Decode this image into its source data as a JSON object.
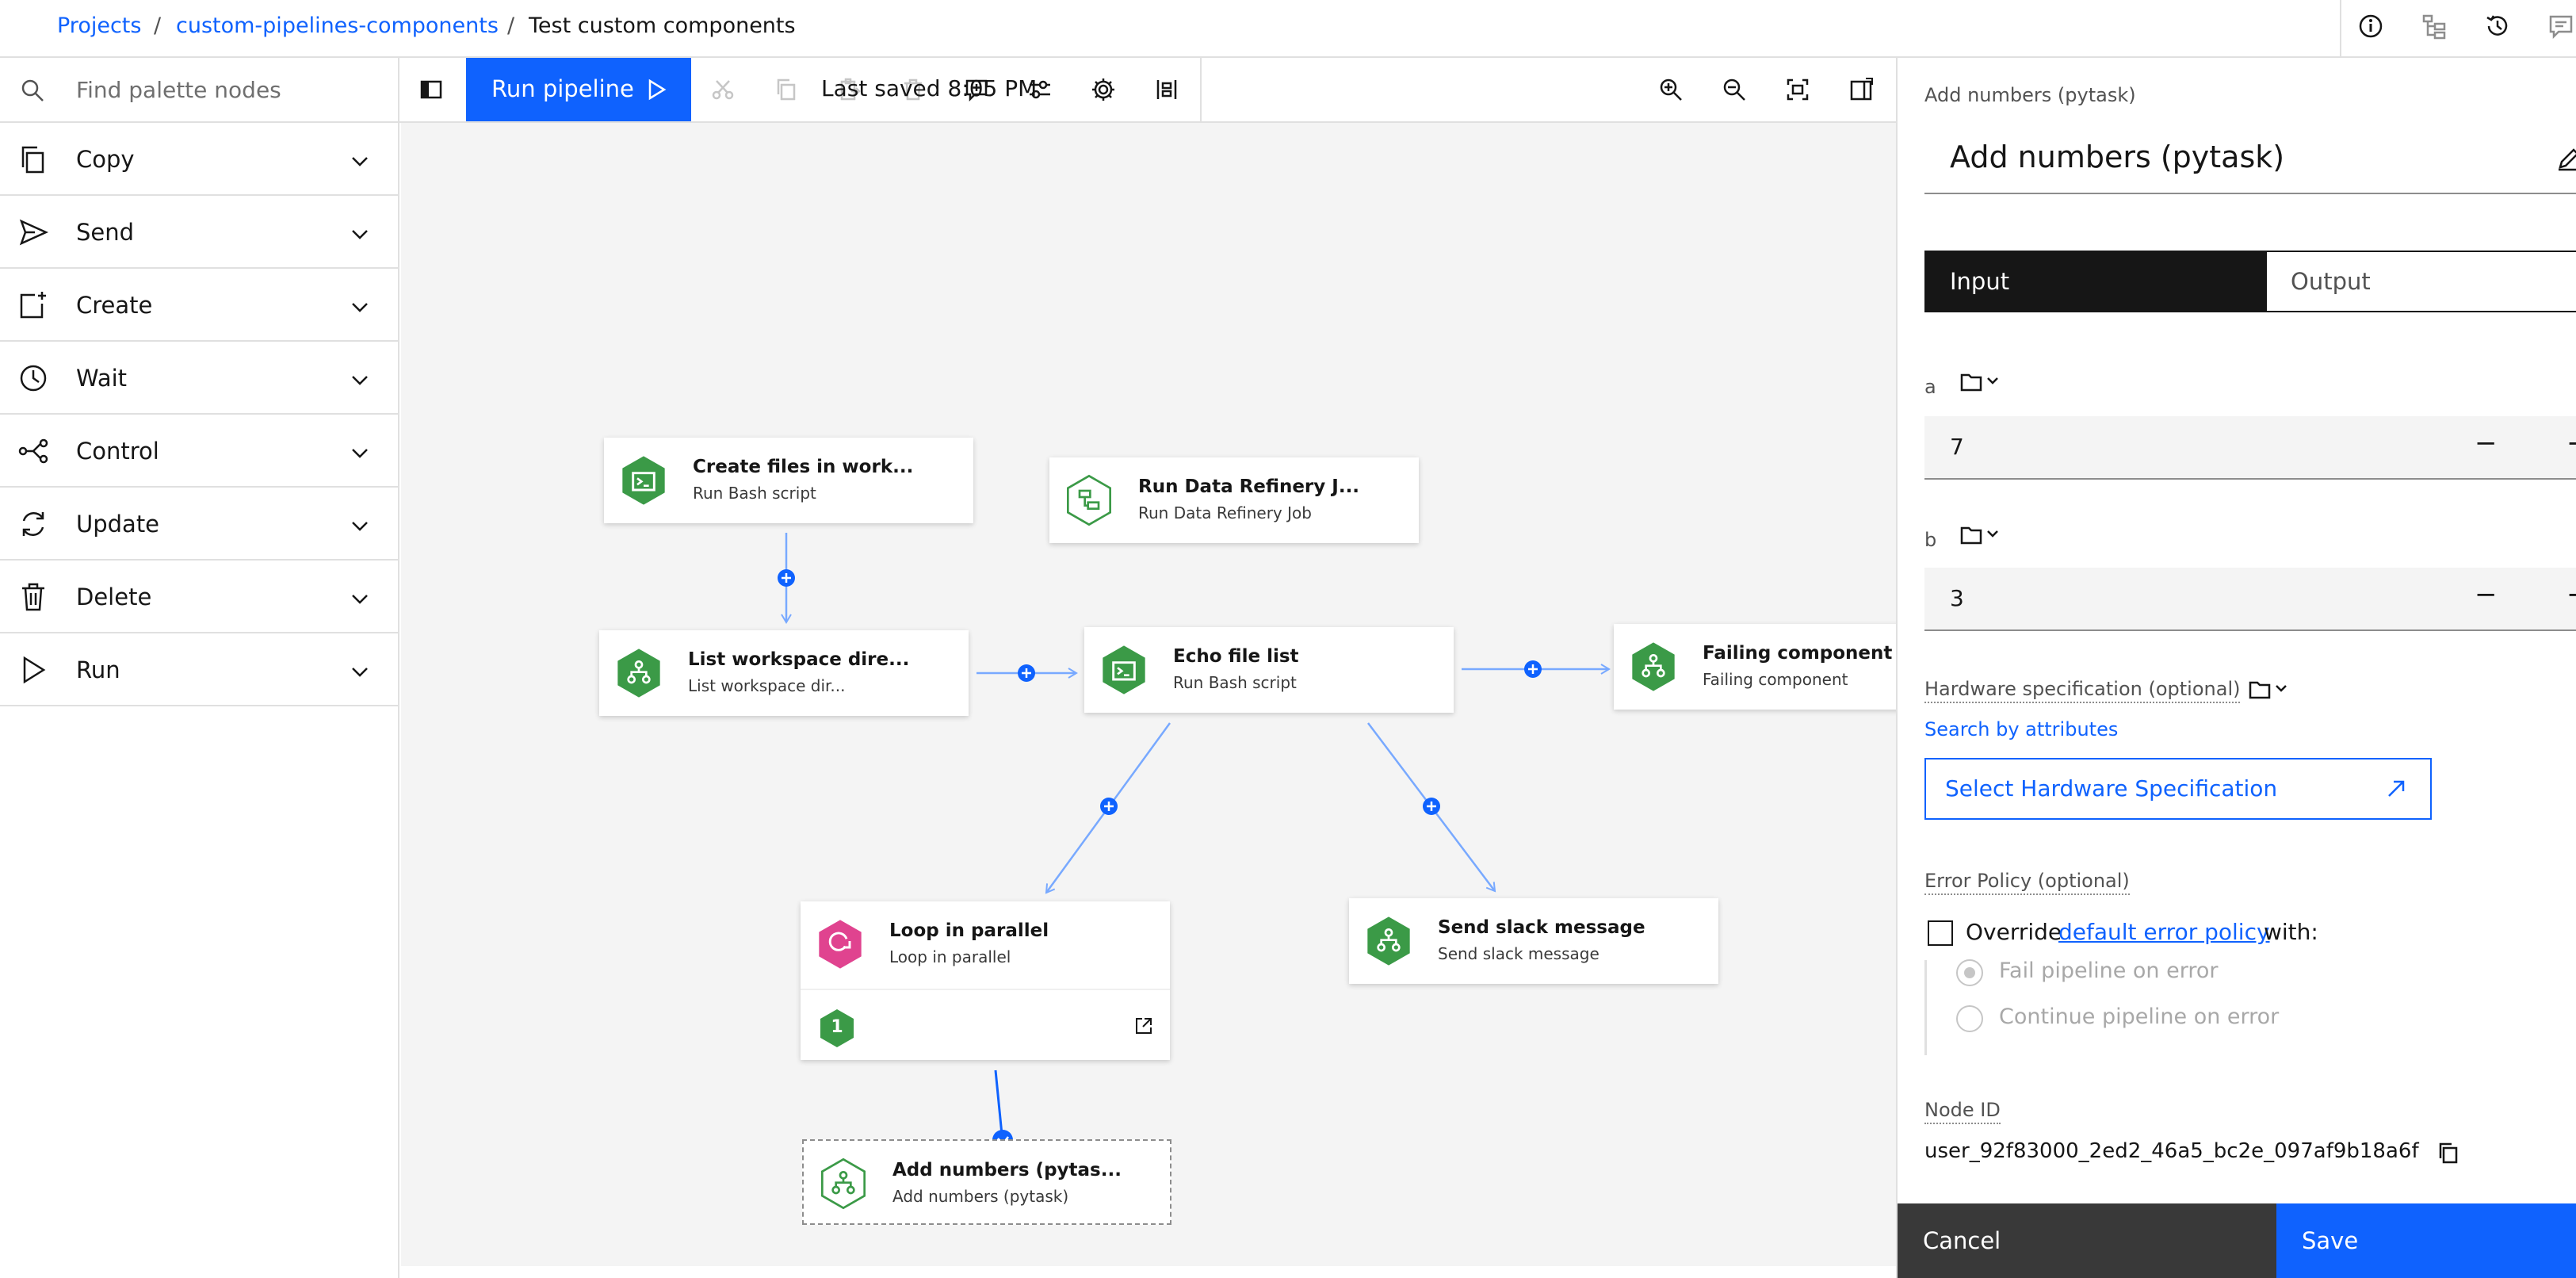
{
  "breadcrumb": {
    "projects": "Projects",
    "separator": "/",
    "project": "custom-pipelines-components",
    "current": "Test custom components"
  },
  "header_icons": [
    "info-icon",
    "hierarchy-icon",
    "history-icon",
    "comments-icon"
  ],
  "palette": {
    "search_placeholder": "Find palette nodes",
    "categories": [
      {
        "label": "Copy",
        "icon": "copy-icon"
      },
      {
        "label": "Send",
        "icon": "send-icon"
      },
      {
        "label": "Create",
        "icon": "create-icon"
      },
      {
        "label": "Wait",
        "icon": "clock-icon"
      },
      {
        "label": "Control",
        "icon": "flow-icon"
      },
      {
        "label": "Update",
        "icon": "refresh-icon"
      },
      {
        "label": "Delete",
        "icon": "trash-icon"
      },
      {
        "label": "Run",
        "icon": "play-icon"
      }
    ]
  },
  "toolbar": {
    "run_label": "Run pipeline",
    "last_saved": "Last saved 8:05 PM"
  },
  "canvas": {
    "nodes": [
      {
        "id": "create-files",
        "title": "Create files in work...",
        "subtitle": "Run Bash script"
      },
      {
        "id": "run-data-refinery",
        "title": "Run Data Refinery J...",
        "subtitle": "Run Data Refinery Job"
      },
      {
        "id": "list-workspace",
        "title": "List workspace dire...",
        "subtitle": "List workspace dir..."
      },
      {
        "id": "echo-file-list",
        "title": "Echo file list",
        "subtitle": "Run Bash script"
      },
      {
        "id": "failing-component",
        "title": "Failing component",
        "subtitle": "Failing component"
      },
      {
        "id": "loop-in-parallel",
        "title": "Loop in parallel",
        "subtitle": "Loop in parallel",
        "badge": "1"
      },
      {
        "id": "send-slack-message",
        "title": "Send slack message",
        "subtitle": "Send slack message"
      },
      {
        "id": "add-numbers",
        "title": "Add numbers (pytas...",
        "subtitle": "Add numbers (pytask)"
      }
    ]
  },
  "panel": {
    "small_title": "Add numbers (pytask)",
    "name": "Add numbers (pytask)",
    "tabs": {
      "input": "Input",
      "output": "Output"
    },
    "field_a": {
      "label": "a",
      "value": "7"
    },
    "field_b": {
      "label": "b",
      "value": "3"
    },
    "minus": "−",
    "plus": "+",
    "hardware_label": "Hardware specification (optional)",
    "search_by_attributes": "Search by attributes",
    "hardware_button": "Select Hardware Specification",
    "error_policy_label": "Error Policy (optional)",
    "override_prefix": "Override",
    "override_link": "default error policy",
    "override_suffix": "with:",
    "radio_fail": "Fail pipeline on error",
    "radio_continue": "Continue pipeline on error",
    "node_id_label": "Node ID",
    "node_id": "user_92f83000_2ed2_46a5_bc2e_097af9b18a6f",
    "cancel": "Cancel",
    "save": "Save"
  },
  "colors": {
    "primary_blue": "#0f62fe",
    "node_green": "#3b9a47",
    "loop_pink": "#e0438f",
    "link_blue": "#78a9ff"
  }
}
